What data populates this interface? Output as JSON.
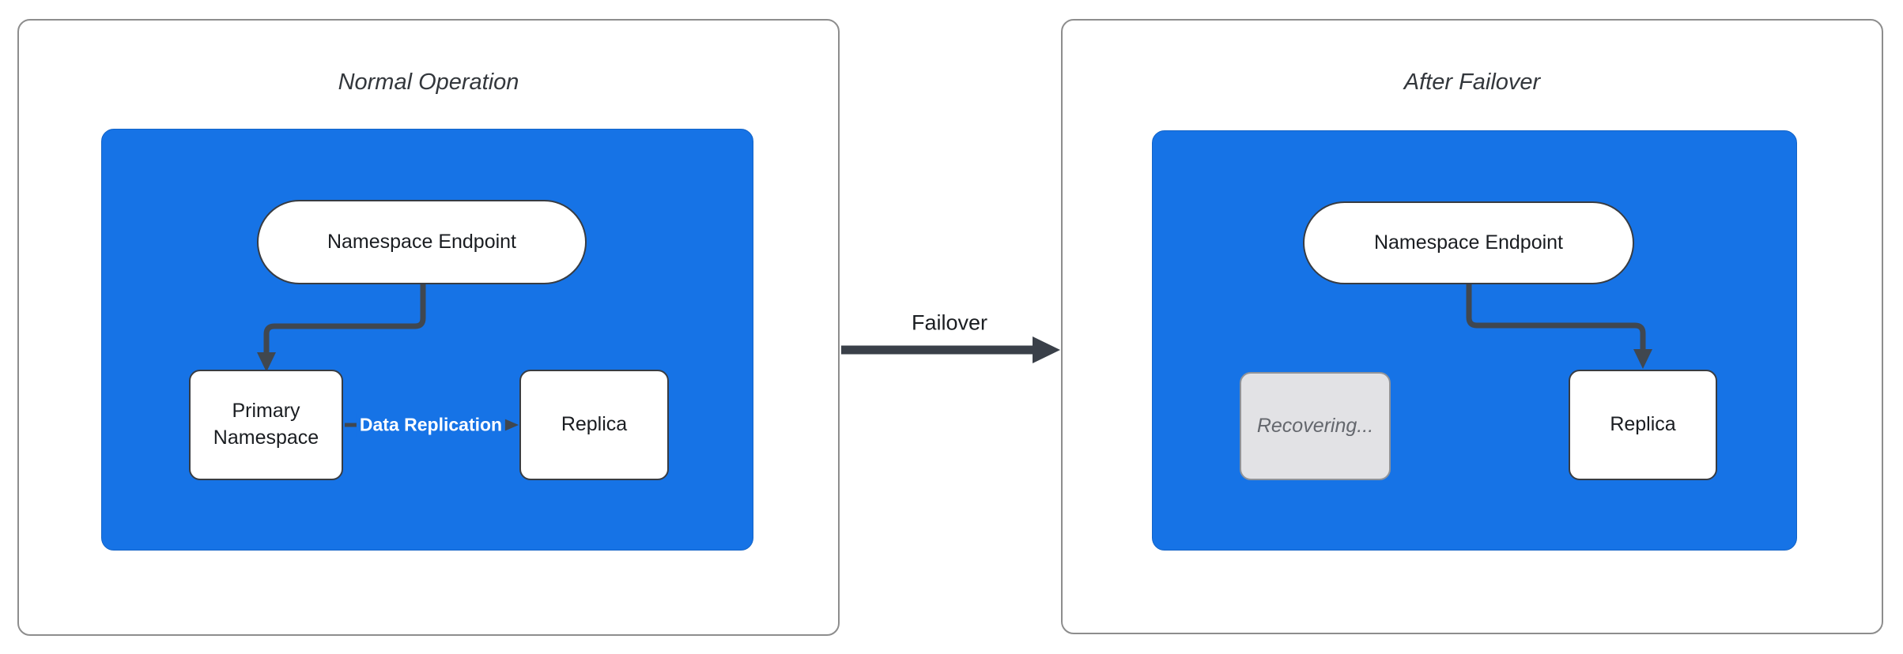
{
  "diagram": {
    "left_panel": {
      "title": "Normal Operation",
      "endpoint_label": "Namespace Endpoint",
      "primary_label": "Primary Namespace",
      "replica_label": "Replica",
      "replication_edge_label": "Data Replication"
    },
    "right_panel": {
      "title": "After Failover",
      "endpoint_label": "Namespace Endpoint",
      "recovering_label": "Recovering...",
      "replica_label": "Replica"
    },
    "transition_label": "Failover",
    "colors": {
      "container_fill": "#1673e6",
      "node_fill": "#ffffff",
      "node_border": "#383c42",
      "connector": "#40474f",
      "recovering_fill": "#e2e2e5",
      "recovering_border": "#909399",
      "recovering_text": "#64676d",
      "panel_border": "#8d8d8d",
      "label_text": "#1a1d21",
      "edge_label_text": "#ffffff"
    }
  }
}
